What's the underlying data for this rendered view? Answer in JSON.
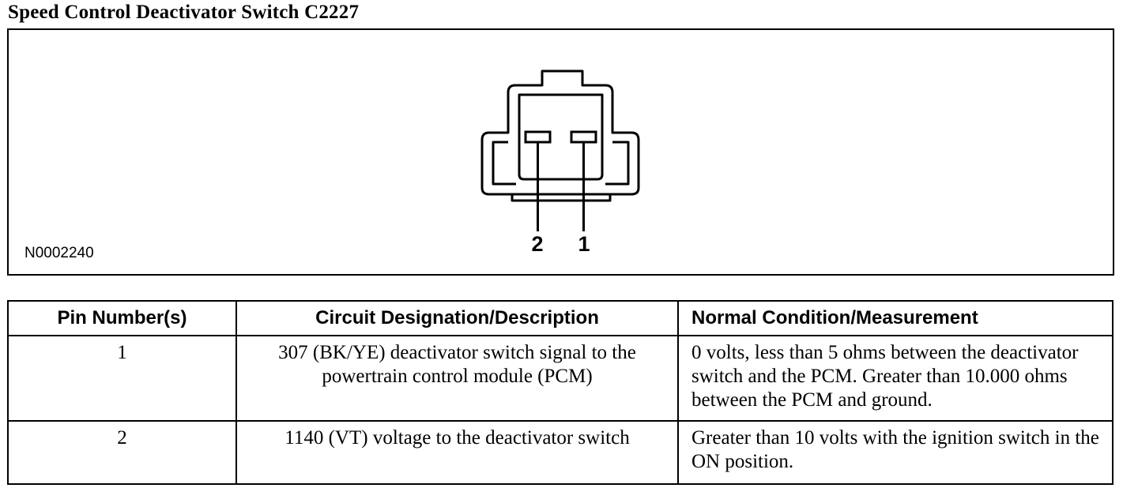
{
  "title": "Speed Control Deactivator Switch C2227",
  "diagram": {
    "figure_id": "N0002240",
    "pin_labels": [
      "2",
      "1"
    ]
  },
  "table": {
    "headers": [
      "Pin Number(s)",
      "Circuit Designation/Description",
      "Normal Condition/Measurement"
    ],
    "rows": [
      {
        "pin": "1",
        "circuit": "307 (BK/YE) deactivator switch signal to the powertrain control module (PCM)",
        "condition": "0 volts, less than 5 ohms between the deactivator switch and the PCM. Greater than 10.000 ohms between the PCM and ground."
      },
      {
        "pin": "2",
        "circuit": "1140 (VT) voltage to the deactivator switch",
        "condition": "Greater than 10 volts with the ignition switch in the ON position."
      }
    ]
  }
}
